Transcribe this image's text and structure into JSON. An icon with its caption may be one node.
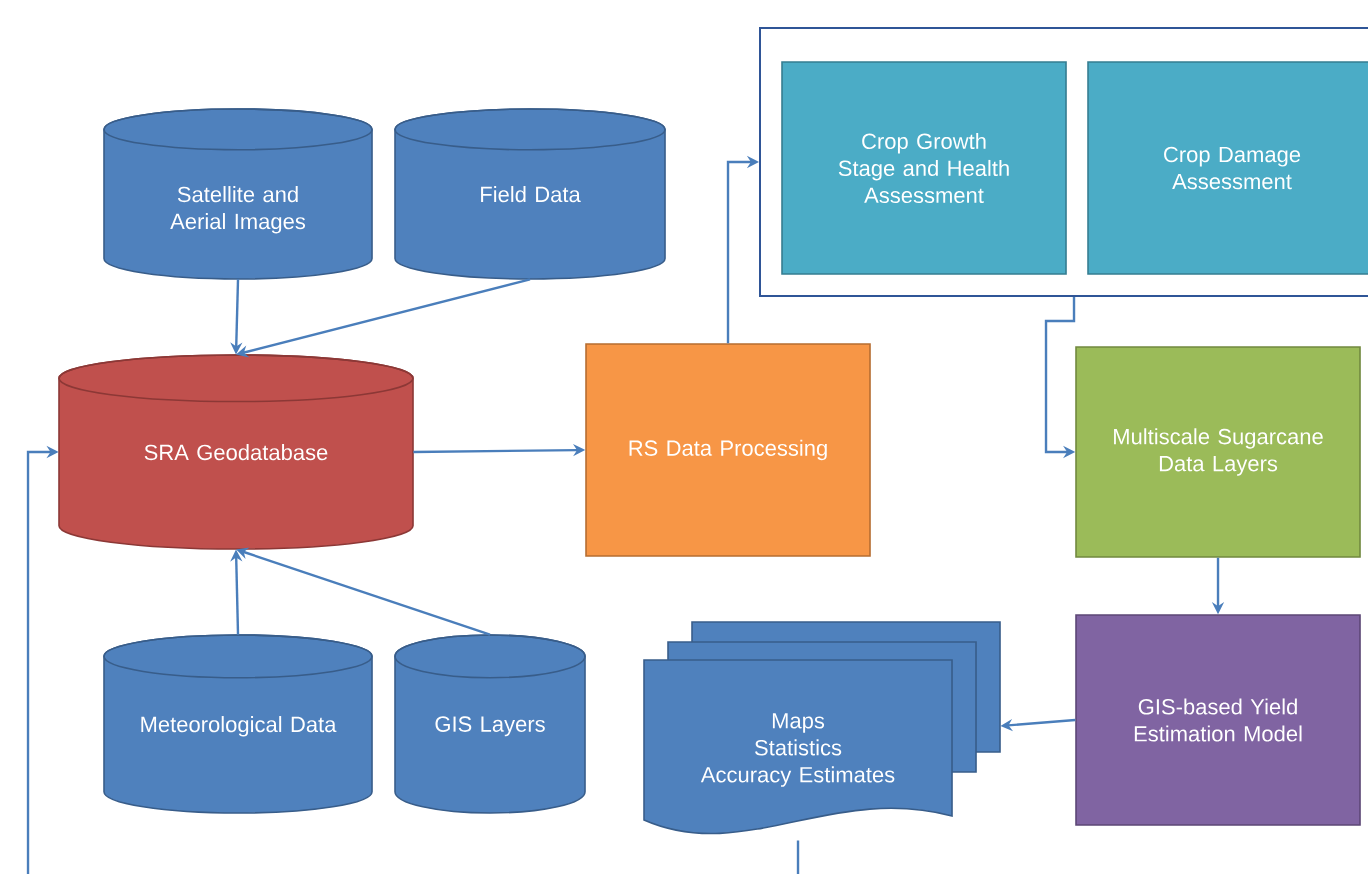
{
  "diagram": {
    "nodes": [
      {
        "text": [
          "Satellite and Aerial Images"
        ]
      },
      {
        "text": [
          "Field Data"
        ]
      },
      {
        "text": [
          "SRA Geodatabase"
        ]
      },
      {
        "text": [
          "Meteorological Data"
        ]
      },
      {
        "text": [
          "GIS Layers"
        ]
      },
      {
        "text": [
          "RS Data Processing"
        ]
      },
      {
        "text": [],
        "shape": "box"
      },
      {
        "text": [
          "Crop Growth Stage and Health Assessment"
        ],
        "in": 6
      },
      {
        "text": [
          "Crop Damage Assessment"
        ],
        "in": 6
      },
      {
        "text": [
          "Multiscale Sugarcane Data Layers"
        ]
      },
      {
        "text": [
          "GIS-based Yield Estimation Model"
        ]
      },
      {
        "text": [
          "Maps",
          "Statistics",
          "Accuracy Estimates"
        ]
      }
    ],
    "edges": [
      {
        "from": 0,
        "to": 2,
        "arrow": "to"
      },
      {
        "from": 1,
        "to": 2,
        "arrow": "to"
      },
      {
        "from": 3,
        "to": 2,
        "arrow": "to"
      },
      {
        "from": 4,
        "to": 2,
        "arrow": "to"
      },
      {
        "from": 2,
        "to": 5,
        "arrow": "to"
      },
      {
        "from": 5,
        "to": 6,
        "arrow": "to"
      },
      {
        "from": 6,
        "to": 9,
        "arrow": "to"
      },
      {
        "from": 9,
        "to": 10,
        "arrow": "to"
      },
      {
        "from": 10,
        "to": 11,
        "arrow": "to"
      },
      {
        "from": 11,
        "to": null,
        "arrow": "none"
      },
      {
        "from": null,
        "to": 2,
        "arrow": "to"
      }
    ]
  }
}
